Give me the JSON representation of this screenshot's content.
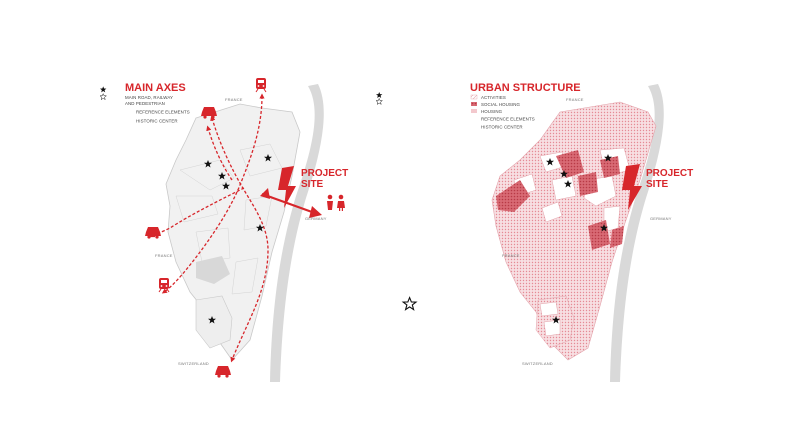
{
  "colors": {
    "accent": "#d7262b",
    "river": "#d9d9d9",
    "block_light": "#f2f2f2",
    "block_line": "#cfcfcf",
    "activities": "#f3c6cb",
    "housing": "#f4d2d6",
    "social_housing": "#c8505a"
  },
  "left_map": {
    "title": "MAIN AXES",
    "subtitle_line1": "MAIN ROAD, RAILWAY",
    "subtitle_line2": "AND PEDESTRIAN",
    "legend": [
      {
        "icon": "filled-star-icon",
        "label": "REFERENCE ELEMENTS"
      },
      {
        "icon": "outline-star-icon",
        "label": "HISTORIC CENTER"
      }
    ],
    "project_line1": "PROJECT",
    "project_line2": "SITE",
    "countries": {
      "north": "FRANCE",
      "west": "FRANCE",
      "east": "GERMANY",
      "south": "SWITZERLAND"
    }
  },
  "right_map": {
    "title": "URBAN STRUCTURE",
    "legend": [
      {
        "icon": "activities-swatch-icon",
        "label": "ACTIVITIES"
      },
      {
        "icon": "social-housing-swatch-icon",
        "label": "SOCIAL HOUSING"
      },
      {
        "icon": "housing-swatch-icon",
        "label": "HOUSING"
      },
      {
        "icon": "filled-star-icon",
        "label": "REFERENCE ELEMENTS"
      },
      {
        "icon": "outline-star-icon",
        "label": "HISTORIC CENTER"
      }
    ],
    "project_line1": "PROJECT",
    "project_line2": "SITE",
    "countries": {
      "north": "FRANCE",
      "west": "FRANCE",
      "east": "GERMANY",
      "south": "SWITZERLAND"
    }
  }
}
